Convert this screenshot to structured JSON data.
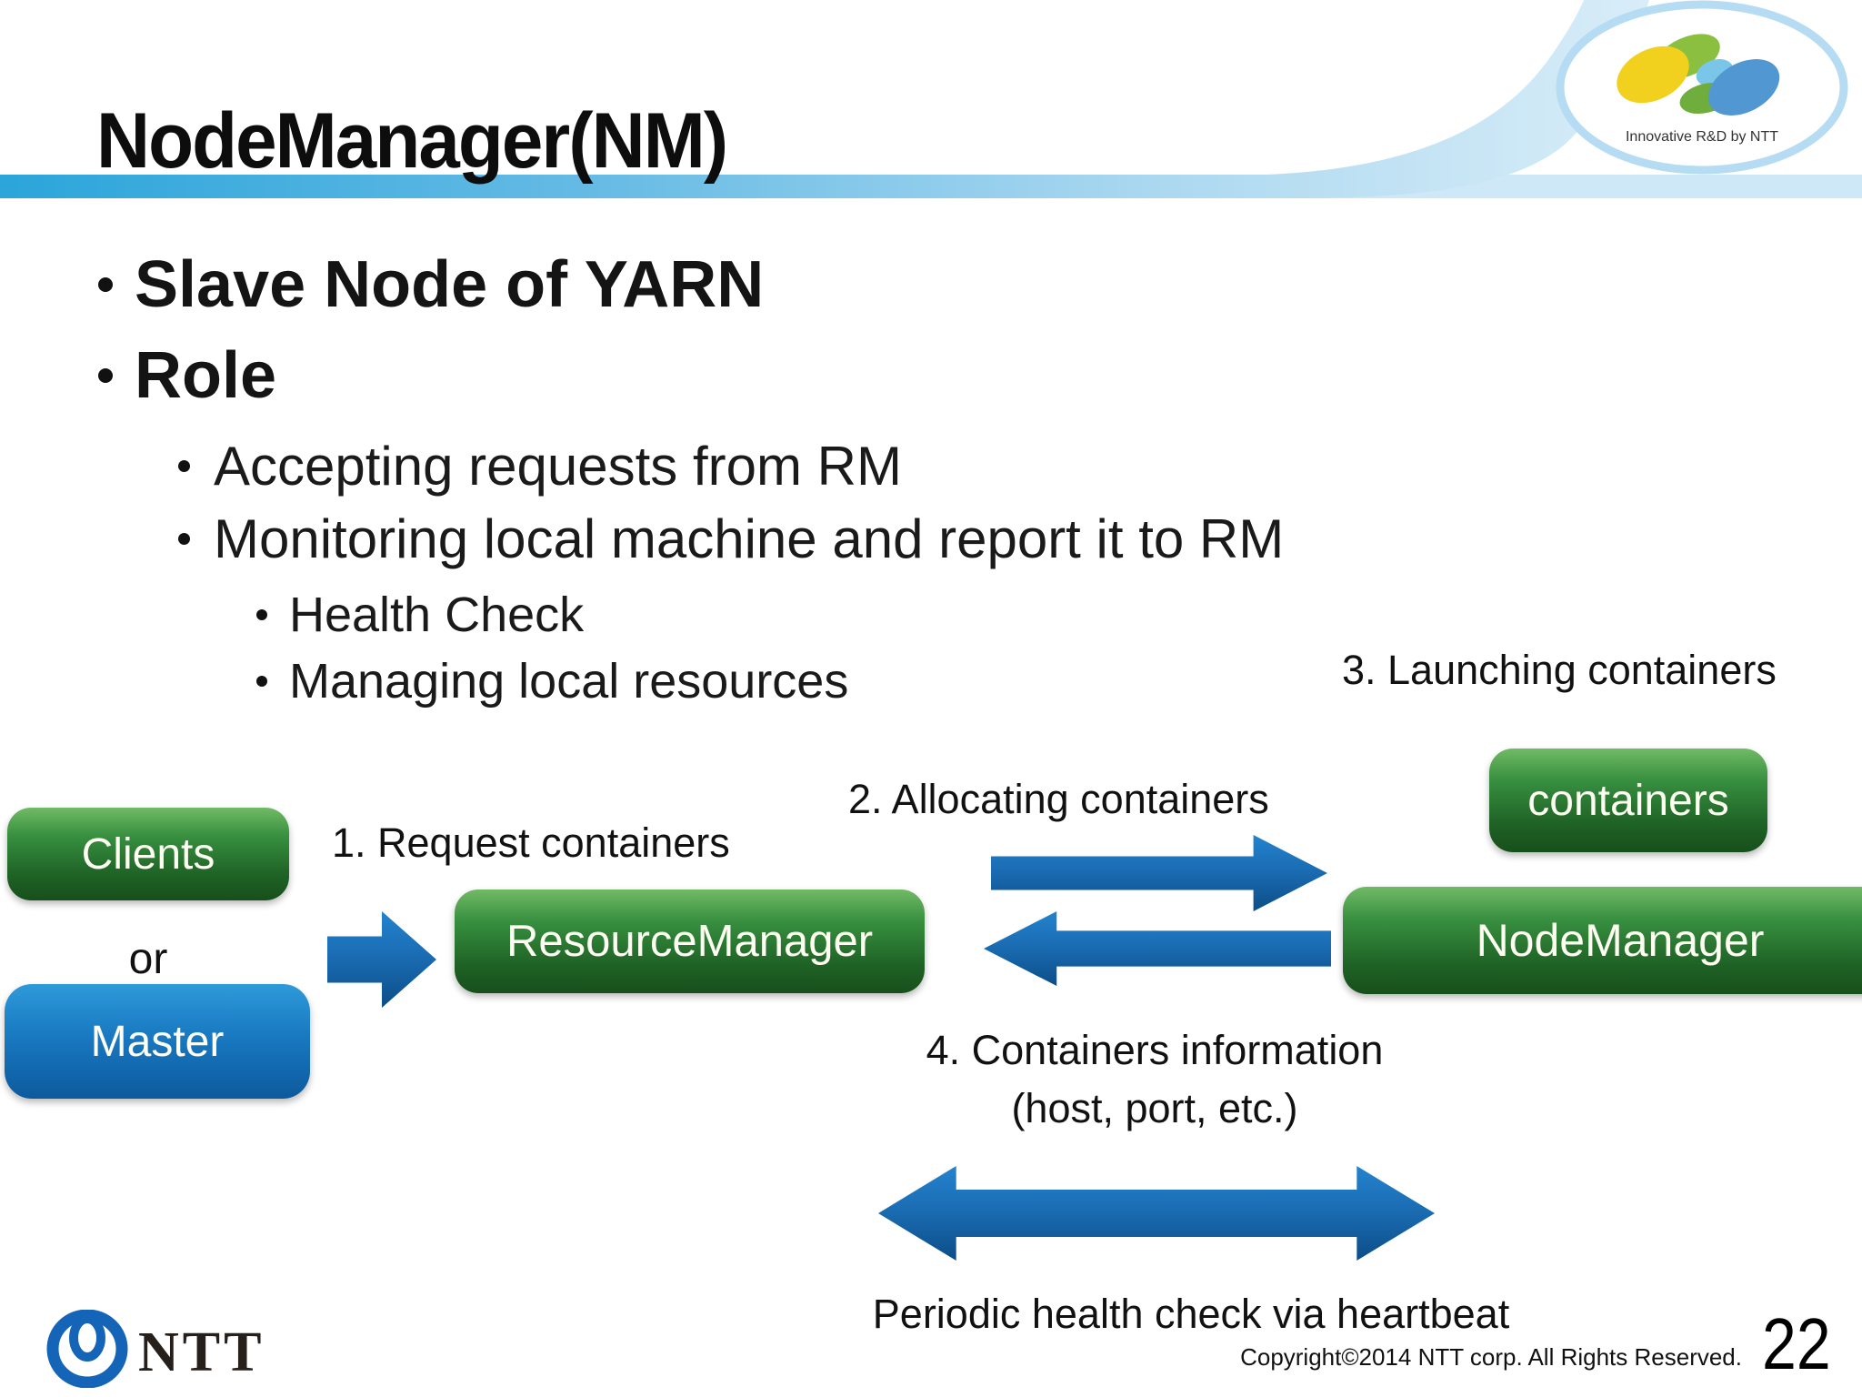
{
  "header": {
    "title": "NodeManager(NM)",
    "logo_caption": "Innovative R&D by NTT"
  },
  "bullets": [
    {
      "level": 1,
      "text": "Slave Node of YARN"
    },
    {
      "level": 1,
      "text": "Role"
    },
    {
      "level": 2,
      "text": "Accepting requests from RM"
    },
    {
      "level": 2,
      "text": "Monitoring local machine and report it to RM"
    },
    {
      "level": 3,
      "text": "Health Check"
    },
    {
      "level": 3,
      "text": "Managing local resources"
    }
  ],
  "diagram": {
    "nodes": {
      "clients": "Clients",
      "master": "Master",
      "resource_manager": "ResourceManager",
      "node_manager": "NodeManager",
      "containers": "containers"
    },
    "labels": {
      "or": "or",
      "step1": "1. Request containers",
      "step2": "2. Allocating containers",
      "step3": "3. Launching containers",
      "step4_line1": "4. Containers information",
      "step4_line2": "(host, port, etc.)",
      "heartbeat": "Periodic health check via heartbeat"
    }
  },
  "footer": {
    "logo_text": "NTT",
    "copyright": "Copyright©2014  NTT corp. All Rights Reserved.",
    "page_number": "22"
  },
  "colors": {
    "accent_bar_start": "#2ba5da",
    "accent_bar_end": "#d6ecf8",
    "green_box_top": "#71ba66",
    "green_box_bottom": "#174f1b",
    "blue_box_top": "#2e9ada",
    "blue_box_bottom": "#0d5a9d",
    "arrow_top": "#2383cd",
    "arrow_bottom": "#0c4d88",
    "ntt_blue": "#1465b8"
  }
}
